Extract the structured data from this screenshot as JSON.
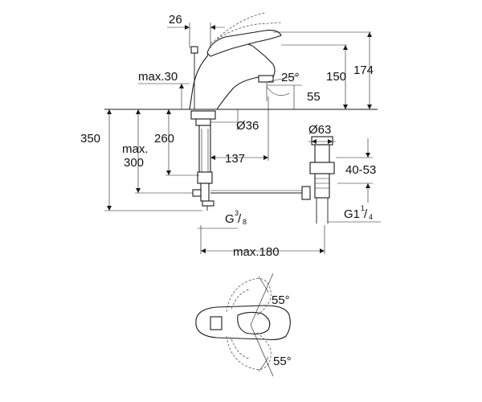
{
  "labels": {
    "dim_26": "26",
    "dim_max30": "max.30",
    "dim_25deg": "25°",
    "dim_150": "150",
    "dim_174": "174",
    "dim_55": "55",
    "dim_350": "350",
    "dim_260": "260",
    "dim_max300_a": "max.",
    "dim_max300_b": "300",
    "dim_d36": "Ø36",
    "dim_137": "137",
    "dim_d63": "Ø63",
    "dim_4053": "40-53",
    "dim_g38_base": "G",
    "dim_g38_num": "3",
    "dim_g38_den": "8",
    "dim_g114_base": "G1",
    "dim_g114_num": "1",
    "dim_g114_den": "4",
    "dim_max180": "max.180",
    "dim_55deg_top": "55°",
    "dim_55deg_bottom": "55°"
  },
  "colors": {
    "line": "#1a1a1a",
    "background": "#ffffff"
  }
}
